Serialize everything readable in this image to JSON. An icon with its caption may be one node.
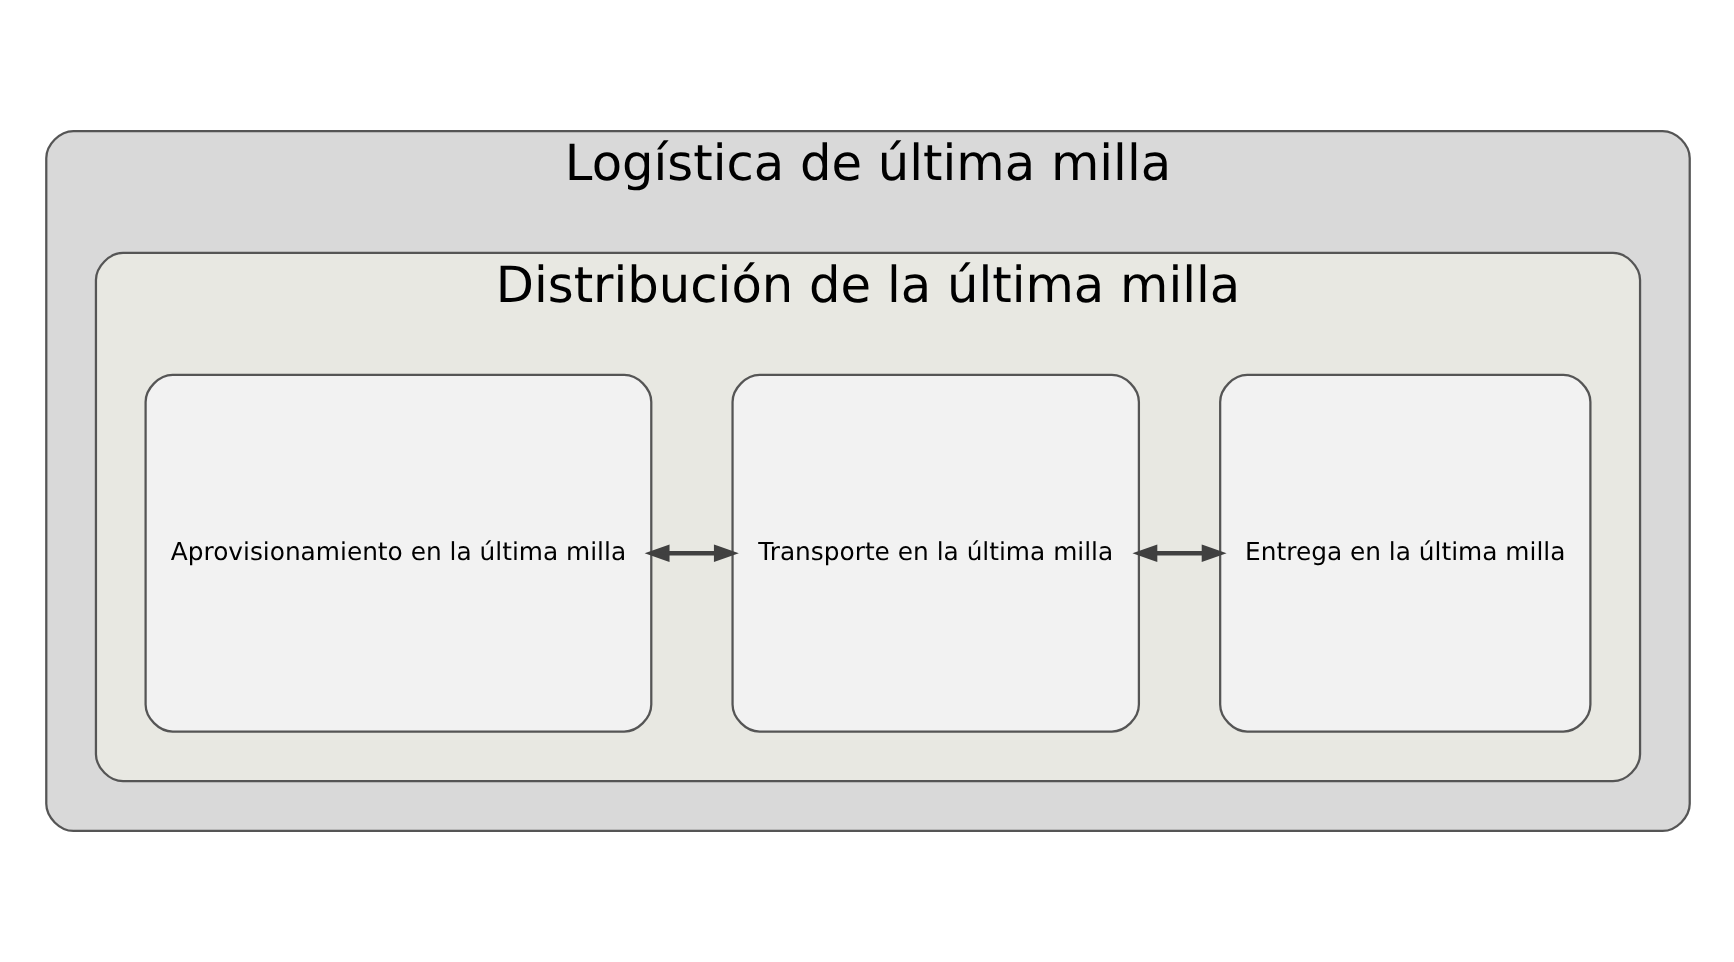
{
  "diagram": {
    "nodes": [
      {
        "text": [
          "Logística de última milla"
        ]
      },
      {
        "text": [
          "Distribución de la última milla"
        ],
        "in": 0
      },
      {
        "text": [
          "Aprovisionamiento en la última milla"
        ],
        "in": 1
      },
      {
        "text": [
          "Transporte en la última milla"
        ],
        "in": 1
      },
      {
        "text": [
          "Entrega en la última milla"
        ],
        "in": 1
      }
    ],
    "edges": [
      {
        "from": 2,
        "to": 3,
        "arrow": "both"
      },
      {
        "from": 3,
        "to": 4,
        "arrow": "both"
      }
    ]
  }
}
